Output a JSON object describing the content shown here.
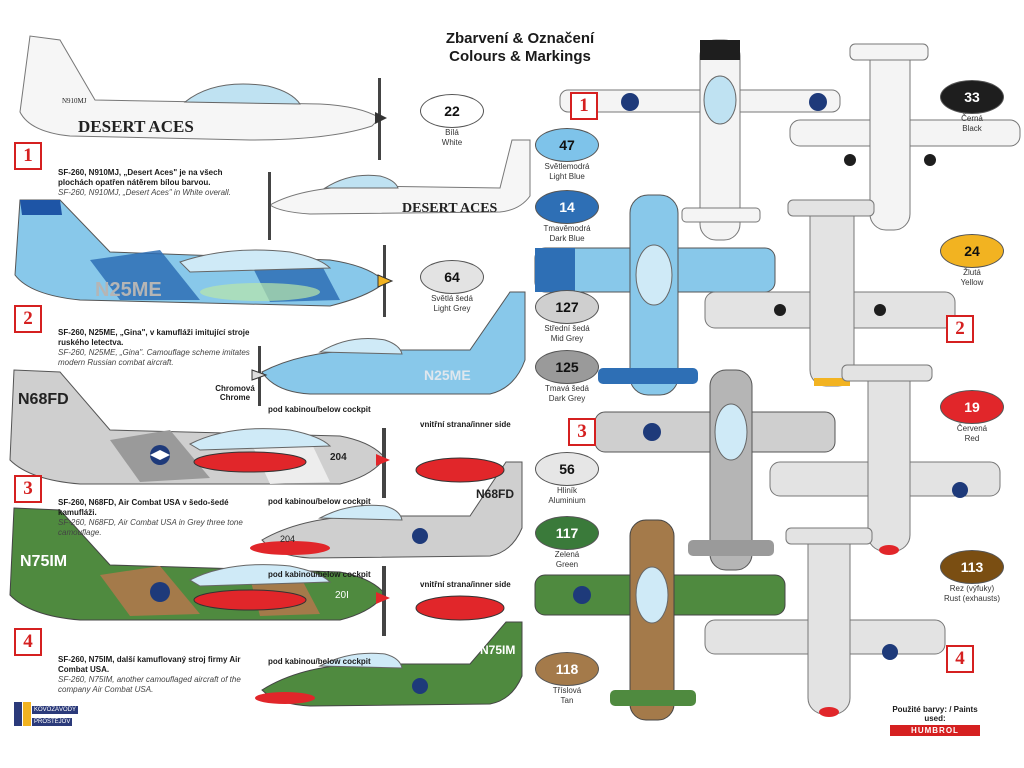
{
  "title": {
    "cz": "Zbarvení & Označení",
    "en": "Colours & Markings"
  },
  "schemes": [
    {
      "badge": "1",
      "title": "SF-260, N910MJ, „Desert Aces\" je na všech plochách opatřen nátěrem bílou barvou.",
      "subtitle": "SF-260, N910MJ, „Desert Aces\" in White overall.",
      "markings": "DESERT ACES",
      "reg": "N910MJ"
    },
    {
      "badge": "2",
      "title": "SF-260, N25ME, „Gina\", v kamufláži imitující stroje ruského letectva.",
      "subtitle": "SF-260, N25ME, „Gina\". Camouflage scheme imitates modern Russian combat aircraft.",
      "markings": "N25ME"
    },
    {
      "badge": "3",
      "title": "SF-260, N68FD, Air Combat USA v šedo-šedé kamufláži.",
      "subtitle": "SF-260, N68FD, Air Combat USA in Grey three tone camouflage.",
      "markings": "N68FD",
      "number": "204"
    },
    {
      "badge": "4",
      "title": "SF-260, N75IM, další kamuflovaný stroj firmy Air Combat USA.",
      "subtitle": "SF-260, N75IM, another camouflaged aircraft of the company Air Combat USA.",
      "markings": "N75IM",
      "number": "20I"
    }
  ],
  "paints": [
    {
      "num": "22",
      "cz": "Bílá",
      "en": "White",
      "color": "#ffffff",
      "text": "#111111"
    },
    {
      "num": "47",
      "cz": "Světlemodrá",
      "en": "Light Blue",
      "color": "#7ec3ea",
      "text": "#111111"
    },
    {
      "num": "14",
      "cz": "Tmavěmodrá",
      "en": "Dark Blue",
      "color": "#2e6fb5",
      "text": "#ffffff"
    },
    {
      "num": "64",
      "cz": "Světlá šedá",
      "en": "Light Grey",
      "color": "#e3e3e3",
      "text": "#111111"
    },
    {
      "num": "127",
      "cz": "Střední šedá",
      "en": "Mid Grey",
      "color": "#cfcfcf",
      "text": "#111111"
    },
    {
      "num": "125",
      "cz": "Tmavá šedá",
      "en": "Dark Grey",
      "color": "#9a9a9a",
      "text": "#111111"
    },
    {
      "num": "56",
      "cz": "Hliník",
      "en": "Aluminium",
      "color": "#e6e6e6",
      "text": "#111111"
    },
    {
      "num": "117",
      "cz": "Zelená",
      "en": "Green",
      "color": "#3a7a3a",
      "text": "#ffffff"
    },
    {
      "num": "118",
      "cz": "Tříslová",
      "en": "Tan",
      "color": "#a47a4a",
      "text": "#ffffff"
    },
    {
      "num": "33",
      "cz": "Černá",
      "en": "Black",
      "color": "#1e1e1e",
      "text": "#ffffff"
    },
    {
      "num": "24",
      "cz": "Žlutá",
      "en": "Yellow",
      "color": "#f2b321",
      "text": "#111111"
    },
    {
      "num": "19",
      "cz": "Červená",
      "en": "Red",
      "color": "#e1262a",
      "text": "#ffffff"
    },
    {
      "num": "113",
      "cz": "Rez (výfuky)",
      "en": "Rust (exhausts)",
      "color": "#7a4e12",
      "text": "#ffffff"
    }
  ],
  "labels": {
    "below_cockpit": "pod kabinou/below cockpit",
    "inner_side": "vnitřní strana/inner side",
    "chrome_cz": "Chromová",
    "chrome_en": "Chrome",
    "paints_used": "Použité barvy: / Paints used:",
    "humbrol": "HUMBROL",
    "logo_top": "KOVOZÁVODY",
    "logo_bottom": "PROSTĚJOV"
  }
}
